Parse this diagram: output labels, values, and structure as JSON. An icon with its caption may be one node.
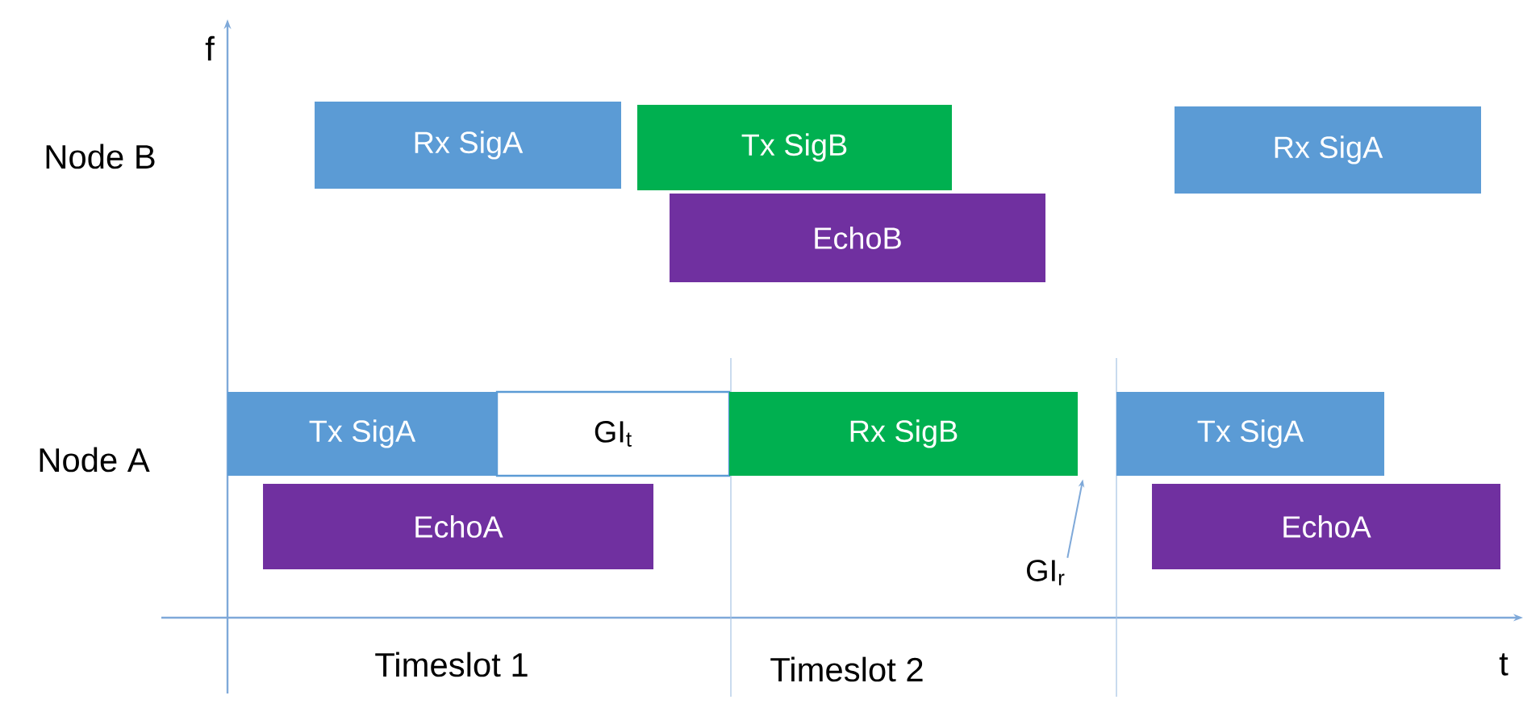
{
  "diagram": {
    "nodes": [
      {
        "text": [
          "Rx SigA"
        ]
      },
      {
        "text": [
          "Tx SigB"
        ]
      },
      {
        "text": [
          "Rx SigA"
        ]
      },
      {
        "text": [
          "EchoB"
        ]
      },
      {
        "text": [
          "Tx SigA"
        ]
      },
      {
        "text": [
          "GI$_{t}$"
        ]
      },
      {
        "text": [
          "Rx SigB"
        ]
      },
      {
        "text": [
          "Tx SigA"
        ]
      },
      {
        "text": [
          "EchoA"
        ]
      },
      {
        "text": [
          "EchoA"
        ]
      },
      {
        "text": [
          "GI$_{r}$"
        ]
      }
    ],
    "edges": [
      {
        "from": 10,
        "to": 6,
        "arrow": "to"
      }
    ],
    "labels": [
      "f",
      "Node B",
      "Node A",
      "Timeslot 1",
      "Timeslot 2",
      "t"
    ]
  }
}
